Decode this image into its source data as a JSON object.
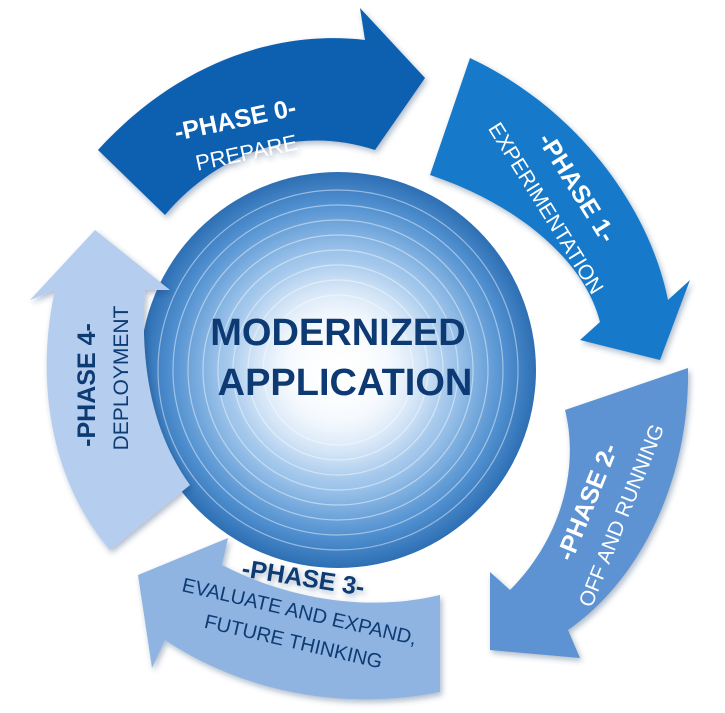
{
  "center": {
    "line1": "MODERNIZED",
    "line2": "APPLICATION",
    "text_color": "#0e3a73"
  },
  "phases": [
    {
      "title": "-PHASE 0-",
      "subtitle": "PREPARE",
      "color": "#0b5fb0",
      "text_color": "#ffffff"
    },
    {
      "title": "-PHASE 1-",
      "subtitle": "EXPERIMENTATION",
      "color": "#1779c9",
      "text_color": "#ffffff"
    },
    {
      "title": "-PHASE 2-",
      "subtitle": "OFF AND RUNNING",
      "color": "#5d93d3",
      "text_color": "#ffffff"
    },
    {
      "title": "-PHASE 3-",
      "subtitle_line1": "EVALUATE AND EXPAND,",
      "subtitle_line2": "FUTURE THINKING",
      "color": "#8fb4e2",
      "text_color": "#0e3a73"
    },
    {
      "title": "-PHASE 4-",
      "subtitle": "DEPLOYMENT",
      "color": "#b5cdef",
      "text_color": "#0e3a73"
    }
  ]
}
